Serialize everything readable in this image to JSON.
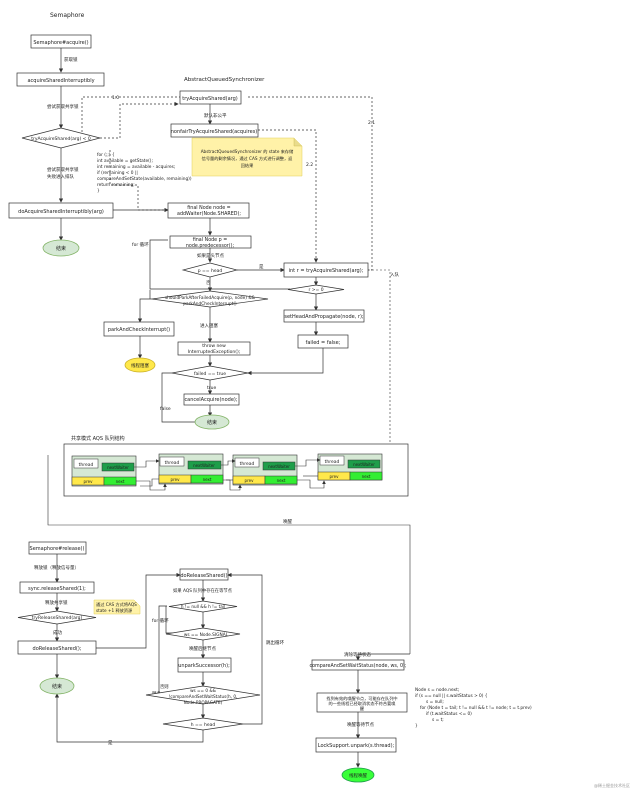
{
  "titles": {
    "main": "Semaphore",
    "aqs": "AbstractQueuedSynchronizer",
    "queue": "共享模式 AQS 队列结构"
  },
  "acquire": {
    "acquire_box": "Semaphore#acquire()",
    "get_lock": "获取锁",
    "interruptibly_box": "acquireSharedInterruptibly",
    "try_get_shared": "尝试获取共享锁",
    "decision": "tryAcquireShared(arg) < 0",
    "try_fail_1": "尝试获取共享锁",
    "try_fail_2": "失败进入排队",
    "do_acquire_box": "doAcquireSharedInterruptibly(arg)",
    "end": "结束",
    "try_shared_box": "tryAcquireShared(arg)",
    "nonfair_label": "默认非公平",
    "nonfair_box": "nonfairTryAcquireShared(acquires)",
    "note_lines": [
      "AbstractQueuedSynchronizer 的 state 来存储",
      "信号量的剩余情况，通过 CAS 方式进行调整，返",
      "回结果"
    ],
    "code_lines": [
      "for (;;) {",
      "int available = getState();",
      "int remaining = available - acquires;",
      "if (remaining < 0 ||",
      "compareAndSetState(available, remaining))",
      "return remaining;",
      "}"
    ],
    "add_waiter_lines": [
      "final Node node =",
      "addWaiter(Node.SHARED);"
    ],
    "for_loop": "for 循环",
    "predecessor_lines": [
      "final Node p =",
      "node.predecessor();"
    ],
    "if_first": "如果是头节点",
    "p_head": "p == head",
    "yes": "是",
    "no": "否",
    "try_r_box": "int r = tryAcquireShared(arg);",
    "r_ge": "r >= 0",
    "set_head_box": "setHeadAndPropagate(node, r);",
    "failed_false": "failed = false;",
    "should_park_lines": [
      "shouldParkAfterFailedAcquire(p, node) &&",
      "parkAndCheckInterrupt()"
    ],
    "park_box": "parkAndCheckInterrupt()",
    "thread_block": "线程阻塞",
    "enter_block": "进入阻塞",
    "throw_lines": [
      "throw new",
      "InterruptedException();"
    ],
    "failed_true": "failed == true",
    "true_label": "true",
    "false_label": "false",
    "cancel_box": "cancelAcquire(node);",
    "enqueue": "入队",
    "edge_1": "1.0",
    "edge_2": "2.1",
    "edge_3": "2.2"
  },
  "queue": {
    "nodes": [
      {
        "thread": "thread",
        "next": "nextWaiter",
        "prev": "prev",
        "nextp": "next"
      },
      {
        "thread": "thread",
        "next": "nextWaiter",
        "prev": "prev",
        "nextp": "next"
      },
      {
        "thread": "thread",
        "next": "nextWaiter",
        "prev": "prev",
        "nextp": "next"
      },
      {
        "thread": "thread",
        "next": "nextWaiter",
        "prev": "prev",
        "nextp": "next"
      }
    ],
    "wake_label": "唤醒"
  },
  "release": {
    "release_box": "Semaphore#release()",
    "release_lock": "释放锁（释放信号量）",
    "release_shared_box": "sync.releaseShared(1);",
    "release_shared_label": "释放共享锁",
    "try_release": "tryReleaseShared(arg)",
    "cas_note_lines": [
      "通过 CAS 方式将AQS",
      "state +1 释放资源"
    ],
    "success": "成功",
    "do_release_shared_box": "doReleaseShared();",
    "end": "结束",
    "do_release_box": "doReleaseShared()",
    "queue_has_nodes": "如果 AQS 队列中存在在等节点",
    "h_cond": "h != null && h != tail",
    "ws_cond": "ws == Node.SIGNAL",
    "wake_next_label": "唤醒后继节点",
    "unpark_box": "unparkSuccessor(h);",
    "for_loop": "for 循环",
    "jump_out": "跳出循环",
    "cond_label_1": "否则",
    "cond_label_2": "跳出",
    "ws_cas_lines": [
      "ws == 0 &&",
      "!compareAndSetWaitStatus(h, 0,",
      "Node.PROPAGATE)"
    ],
    "h_head": "h == head",
    "yes": "是",
    "clear_wait": "清除等待状态",
    "cas_status_box": "compareAndSetWaitStatus(node, ws, 0);",
    "find_next_lines": [
      "找到有效的唤醒节点，可能存在队列中",
      "的一些线程已经取消状态不符合要唤",
      "醒"
    ],
    "wake_wait": "唤醒等待节点",
    "unpark_thread_box": "LockSupport.unpark(s.thread);",
    "thread_wake": "线程唤醒",
    "code_lines": [
      "Node s = node.next;",
      "if (s == null || s.waitStatus > 0) {",
      "s = null;",
      "for (Node t = tail; t != null && t != node; t = t.prev)",
      "if (t.waitStatus <= 0)",
      "s = t;",
      "}"
    ]
  },
  "watermark": "@稀土掘金技术社区",
  "colors": {
    "box_stroke": "#333333",
    "terminal_fill": "#d5e8d4",
    "terminal_stroke": "#82b366",
    "note_fill": "#fff2a8",
    "thread_green": "#d5e8d4",
    "dark_green": "#1e9e4a",
    "prev_yellow": "#ffe84a",
    "next_green": "#33ee33",
    "bright_green": "#39ff39"
  }
}
